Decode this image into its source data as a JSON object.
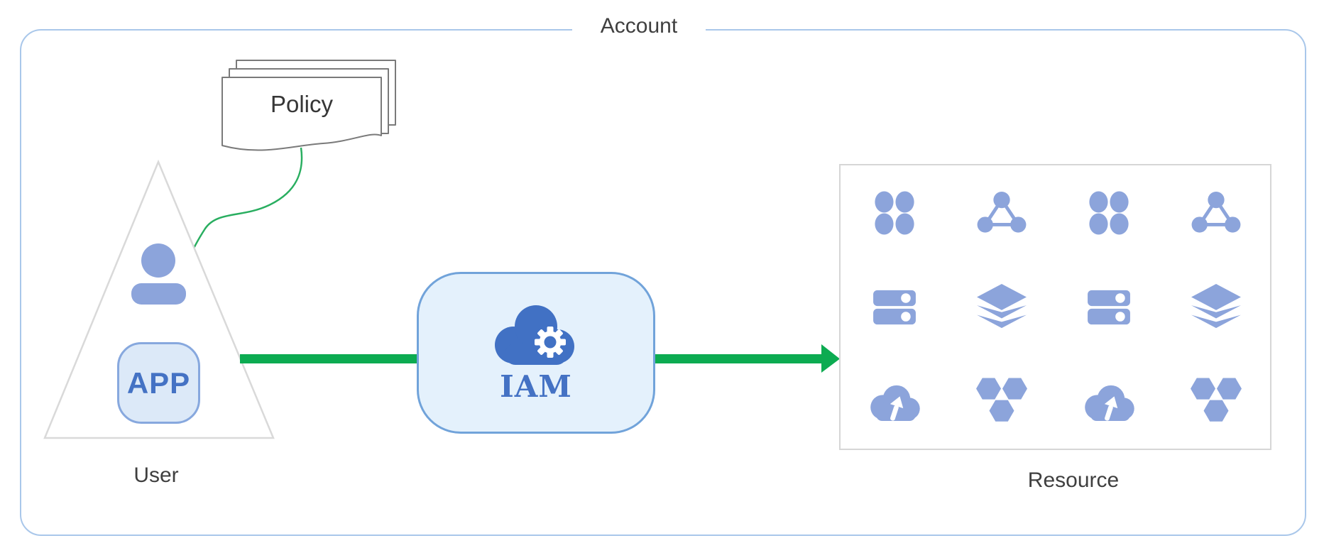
{
  "account": {
    "label": "Account"
  },
  "policy": {
    "label": "Policy",
    "sheet_count": 3
  },
  "user": {
    "label": "User",
    "app_badge": "APP",
    "icon": "person-icon",
    "container": "triangle"
  },
  "iam": {
    "label": "IAM",
    "icon": "cloud-gear-icon"
  },
  "resource": {
    "label": "Resource",
    "grid": [
      [
        "quad-petal",
        "network-triangle",
        "quad-petal",
        "network-triangle"
      ],
      [
        "server-stack",
        "layer-stack",
        "server-stack",
        "layer-stack"
      ],
      [
        "cloud-upload",
        "hexagon-cluster",
        "cloud-upload",
        "hexagon-cluster"
      ]
    ]
  },
  "connections": [
    {
      "from": "Policy",
      "to": "User",
      "style": "curved-thin-arrow",
      "color": "#29AE60"
    },
    {
      "from": "User",
      "to": "IAM",
      "style": "thick-line",
      "color": "#0CAB51"
    },
    {
      "from": "IAM",
      "to": "Resource",
      "style": "thick-arrow",
      "color": "#0CAB51"
    }
  ],
  "colors": {
    "account_border": "#A9C7EA",
    "resource_border": "#D6D6D6",
    "triangle_border": "#D9D9D9",
    "policy_border": "#7A7A7A",
    "icon_blue": "#8CA4DB",
    "accent_blue": "#4472C4",
    "cloud_blue": "#4171C4",
    "iam_fill": "#E4F1FC",
    "iam_border": "#71A3DA",
    "app_fill": "#DCE9F8",
    "app_border": "#87A8DE",
    "arrow_green": "#0CAB51",
    "curve_green": "#29AE60",
    "label_text": "#3F3F3F"
  }
}
